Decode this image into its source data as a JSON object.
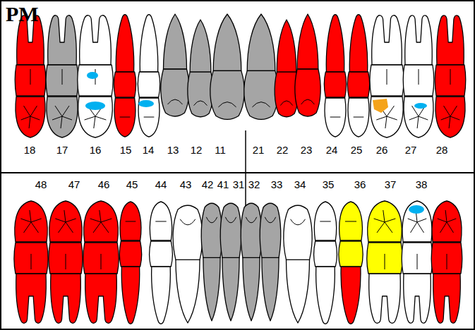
{
  "diagram": {
    "title": "PM",
    "labels": [
      "18",
      "17",
      "16",
      "15",
      "14",
      "13",
      "12",
      "11",
      "21",
      "22",
      "23",
      "24",
      "25",
      "26",
      "27",
      "28",
      "48",
      "47",
      "46",
      "45",
      "44",
      "43",
      "42",
      "41",
      "31",
      "32",
      "33",
      "34",
      "35",
      "36",
      "37",
      "38"
    ]
  }
}
